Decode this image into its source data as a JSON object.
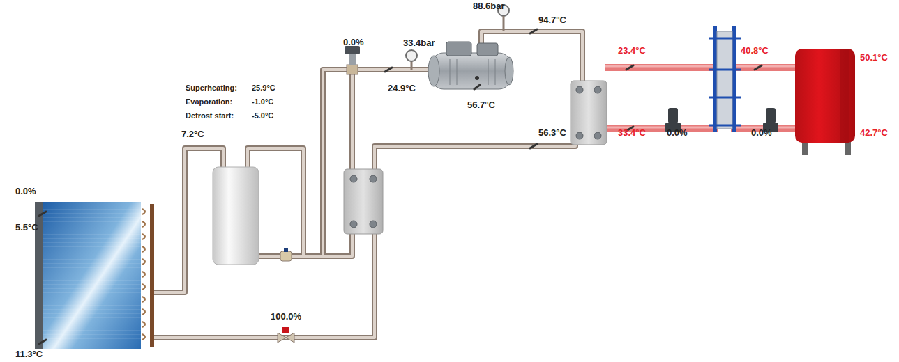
{
  "diagram": {
    "labels": [
      "0.0%",
      "33.4bar",
      "88.6bar",
      "94.7°C",
      "23.4°C",
      "40.8°C",
      "50.1°C",
      "Superheating:",
      "25.9°C",
      "Evaporation:",
      "-1.0°C",
      "Defrost start:",
      "-5.0°C",
      "24.9°C",
      "56.7°C",
      "7.2°C",
      "56.3°C",
      "33.4°C",
      "0.0%",
      "0.0%",
      "42.7°C",
      "0.0%",
      "5.5°C",
      "100.0%",
      "11.3°C"
    ]
  }
}
